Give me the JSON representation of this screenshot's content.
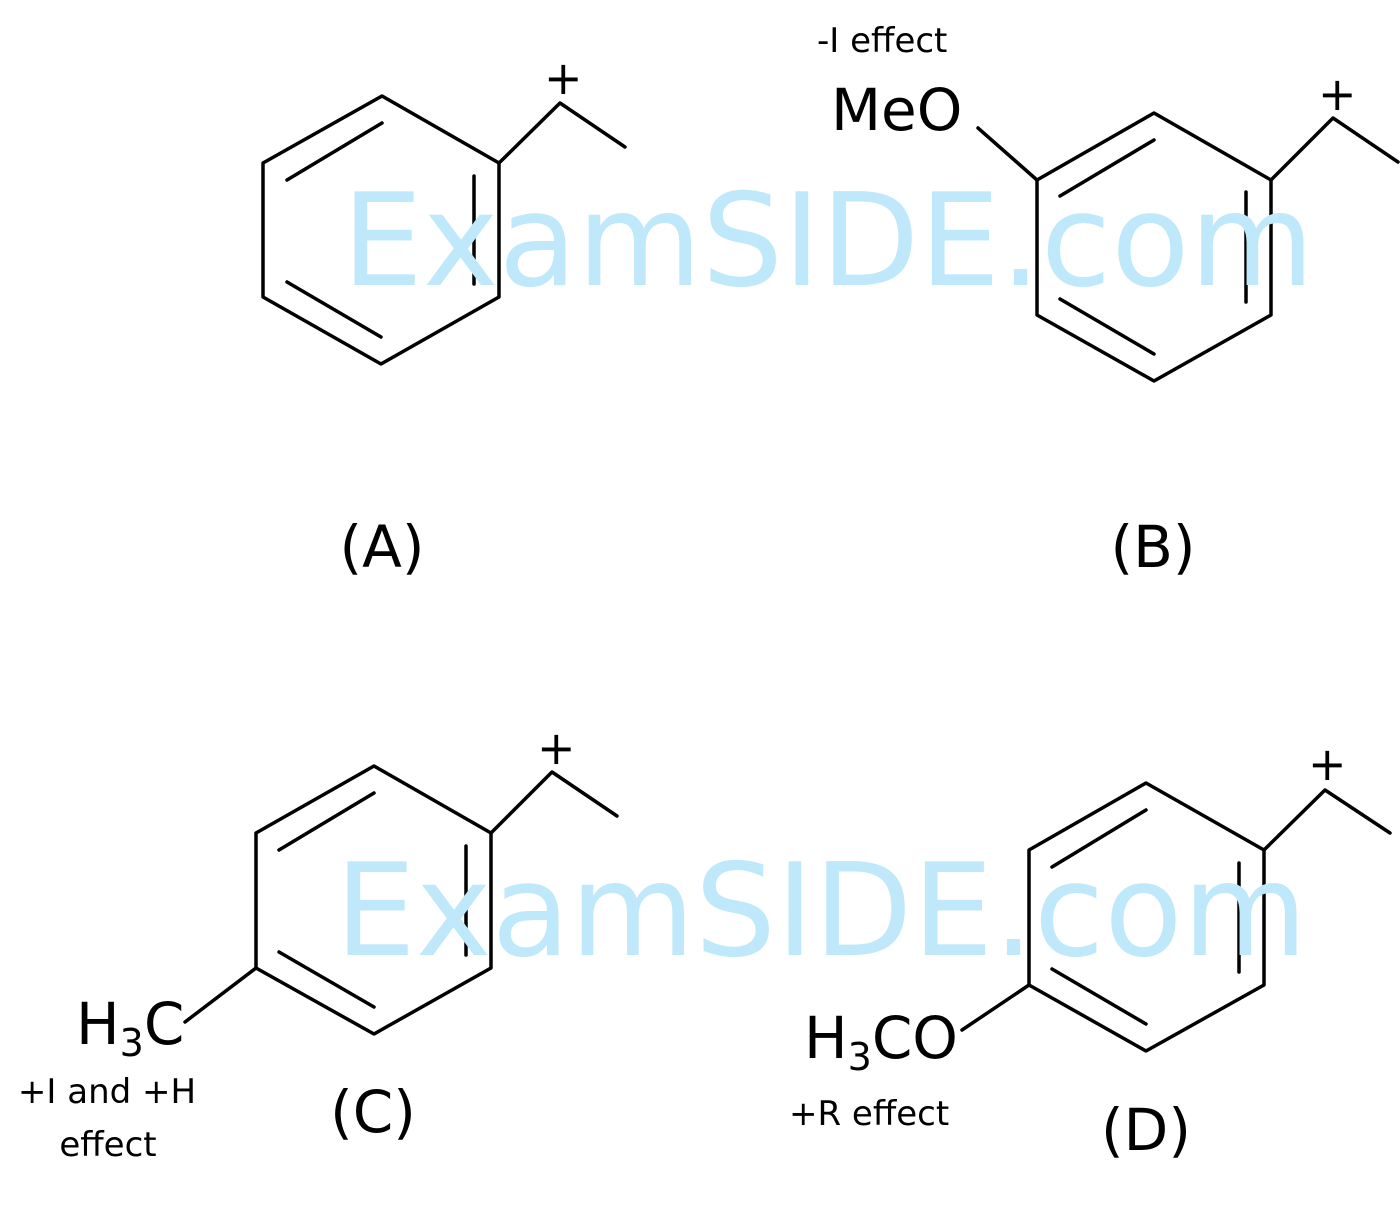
{
  "watermark": "ExamSIDE.com",
  "structures": [
    {
      "label": "(A)",
      "substituent": "",
      "effect": ""
    },
    {
      "label": "(B)",
      "substituent": "MeO",
      "effect": "-I effect"
    },
    {
      "label": "(C)",
      "substituent_main": "H",
      "substituent_sub": "3",
      "substituent_tail": "C",
      "effect_line1": "+I and +H",
      "effect_line2": "effect"
    },
    {
      "label": "(D)",
      "substituent_main": "H",
      "substituent_sub": "3",
      "substituent_tail": "CO",
      "effect": "+R effect"
    }
  ],
  "charge": "+",
  "colors": {
    "watermark": "#bfe9fa",
    "ink": "#000000"
  }
}
